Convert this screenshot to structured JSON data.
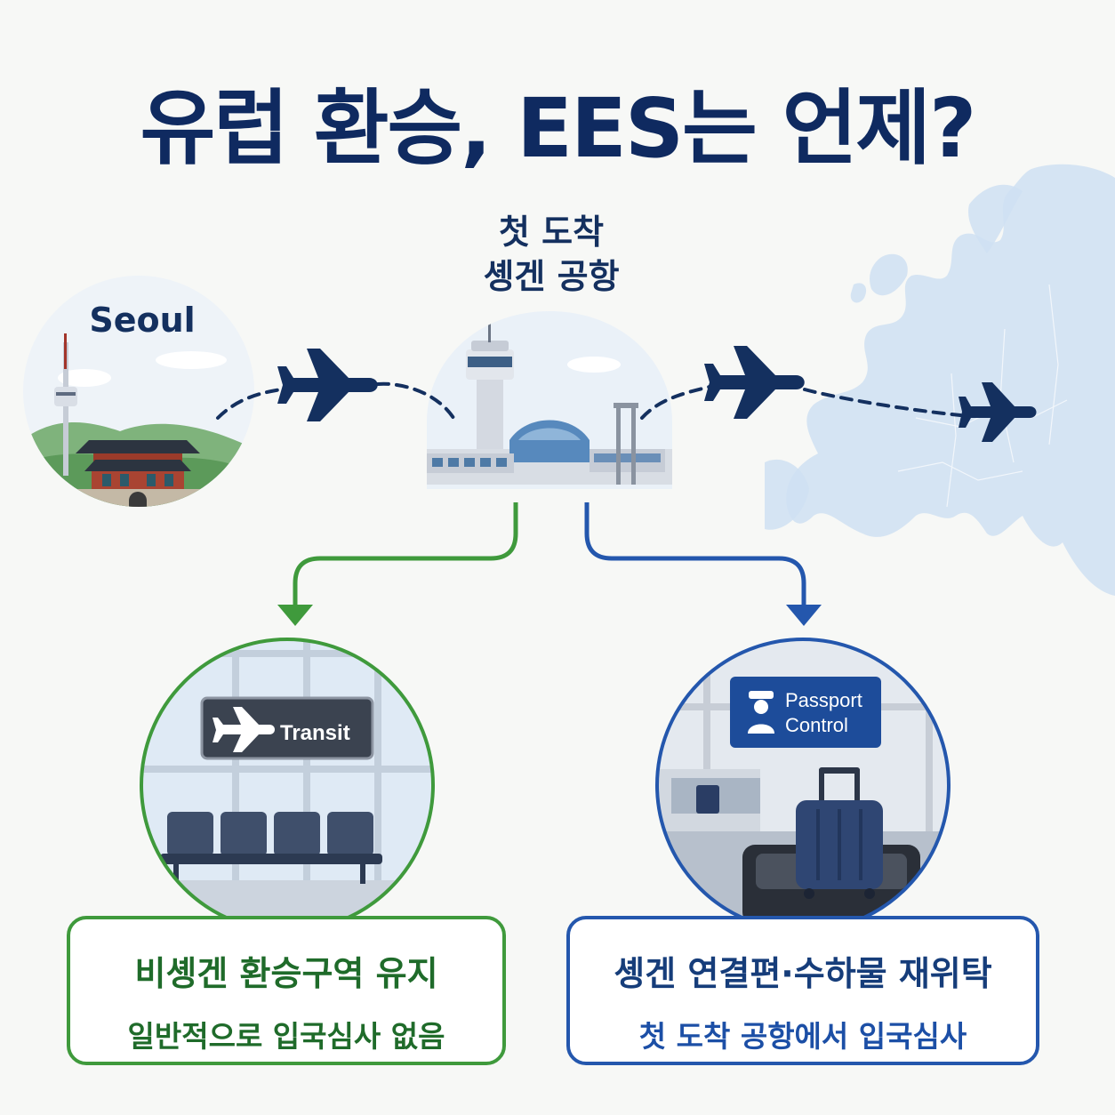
{
  "title": "유럽 환승, EES는 언제?",
  "origin": {
    "label": "Seoul"
  },
  "hub": {
    "line1": "첫 도착",
    "line2": "솅겐 공항"
  },
  "branches": {
    "left": {
      "sign": "Transit",
      "headline": "비솅겐 환승구역 유지",
      "subline": "일반적으로 입국심사 없음",
      "color": "#3f9a3c"
    },
    "right": {
      "sign_line1": "Passport",
      "sign_line2": "Control",
      "headline": "솅겐 연결편·수하물 재위탁",
      "subline": "첫 도착 공항에서 입국심사",
      "color": "#2457ad"
    }
  },
  "colors": {
    "navy": "#14305f",
    "map": "#cfe0f2"
  },
  "icons": [
    "airplane-icon",
    "officer-icon",
    "luggage-icon",
    "tower-icon",
    "palace-icon"
  ]
}
